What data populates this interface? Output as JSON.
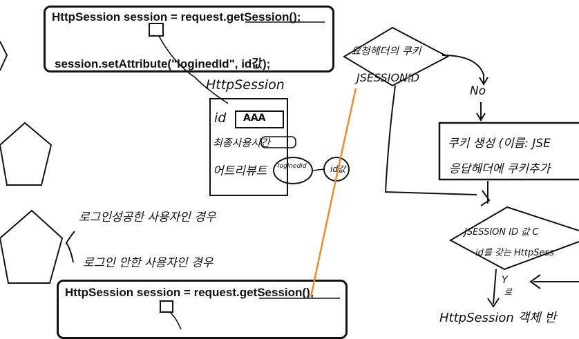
{
  "code_top": {
    "line1": "HttpSession  session = request.getSession();",
    "line2": "session.setAttribute(\"loginedId\", id값);"
  },
  "code_bottom": {
    "line1": "HttpSession  session = request.getSession();"
  },
  "session_object": {
    "title": "HttpSession",
    "row_id_label": "id",
    "row_id_value": "AAA",
    "row_time_label": "최종사용시간",
    "row_attr_label": "어트리뷰트",
    "attr_key": "loginedId",
    "attr_value": "id값"
  },
  "notes": {
    "login_success": "로그인성공한 사용자인 경우",
    "login_not": "로그인 안한 사용자인 경우"
  },
  "flow": {
    "decision1_line1": "요청헤더의 쿠키",
    "decision1_line2": "JSESSIONID",
    "no_label": "No",
    "process_line1": "쿠키 생성 (이름: JSE",
    "process_line2": "응답헤더에 쿠키추가",
    "decision2_line1": "JSESSION ID 값 C",
    "decision2_line2": "id를 갖는 HttpSess",
    "yes_label": "Y",
    "yes_sub": "로",
    "result_label": "HttpSession 객체 반"
  },
  "colors": {
    "ink": "#111111",
    "orange": "#f08a2c",
    "gray": "#555555"
  }
}
